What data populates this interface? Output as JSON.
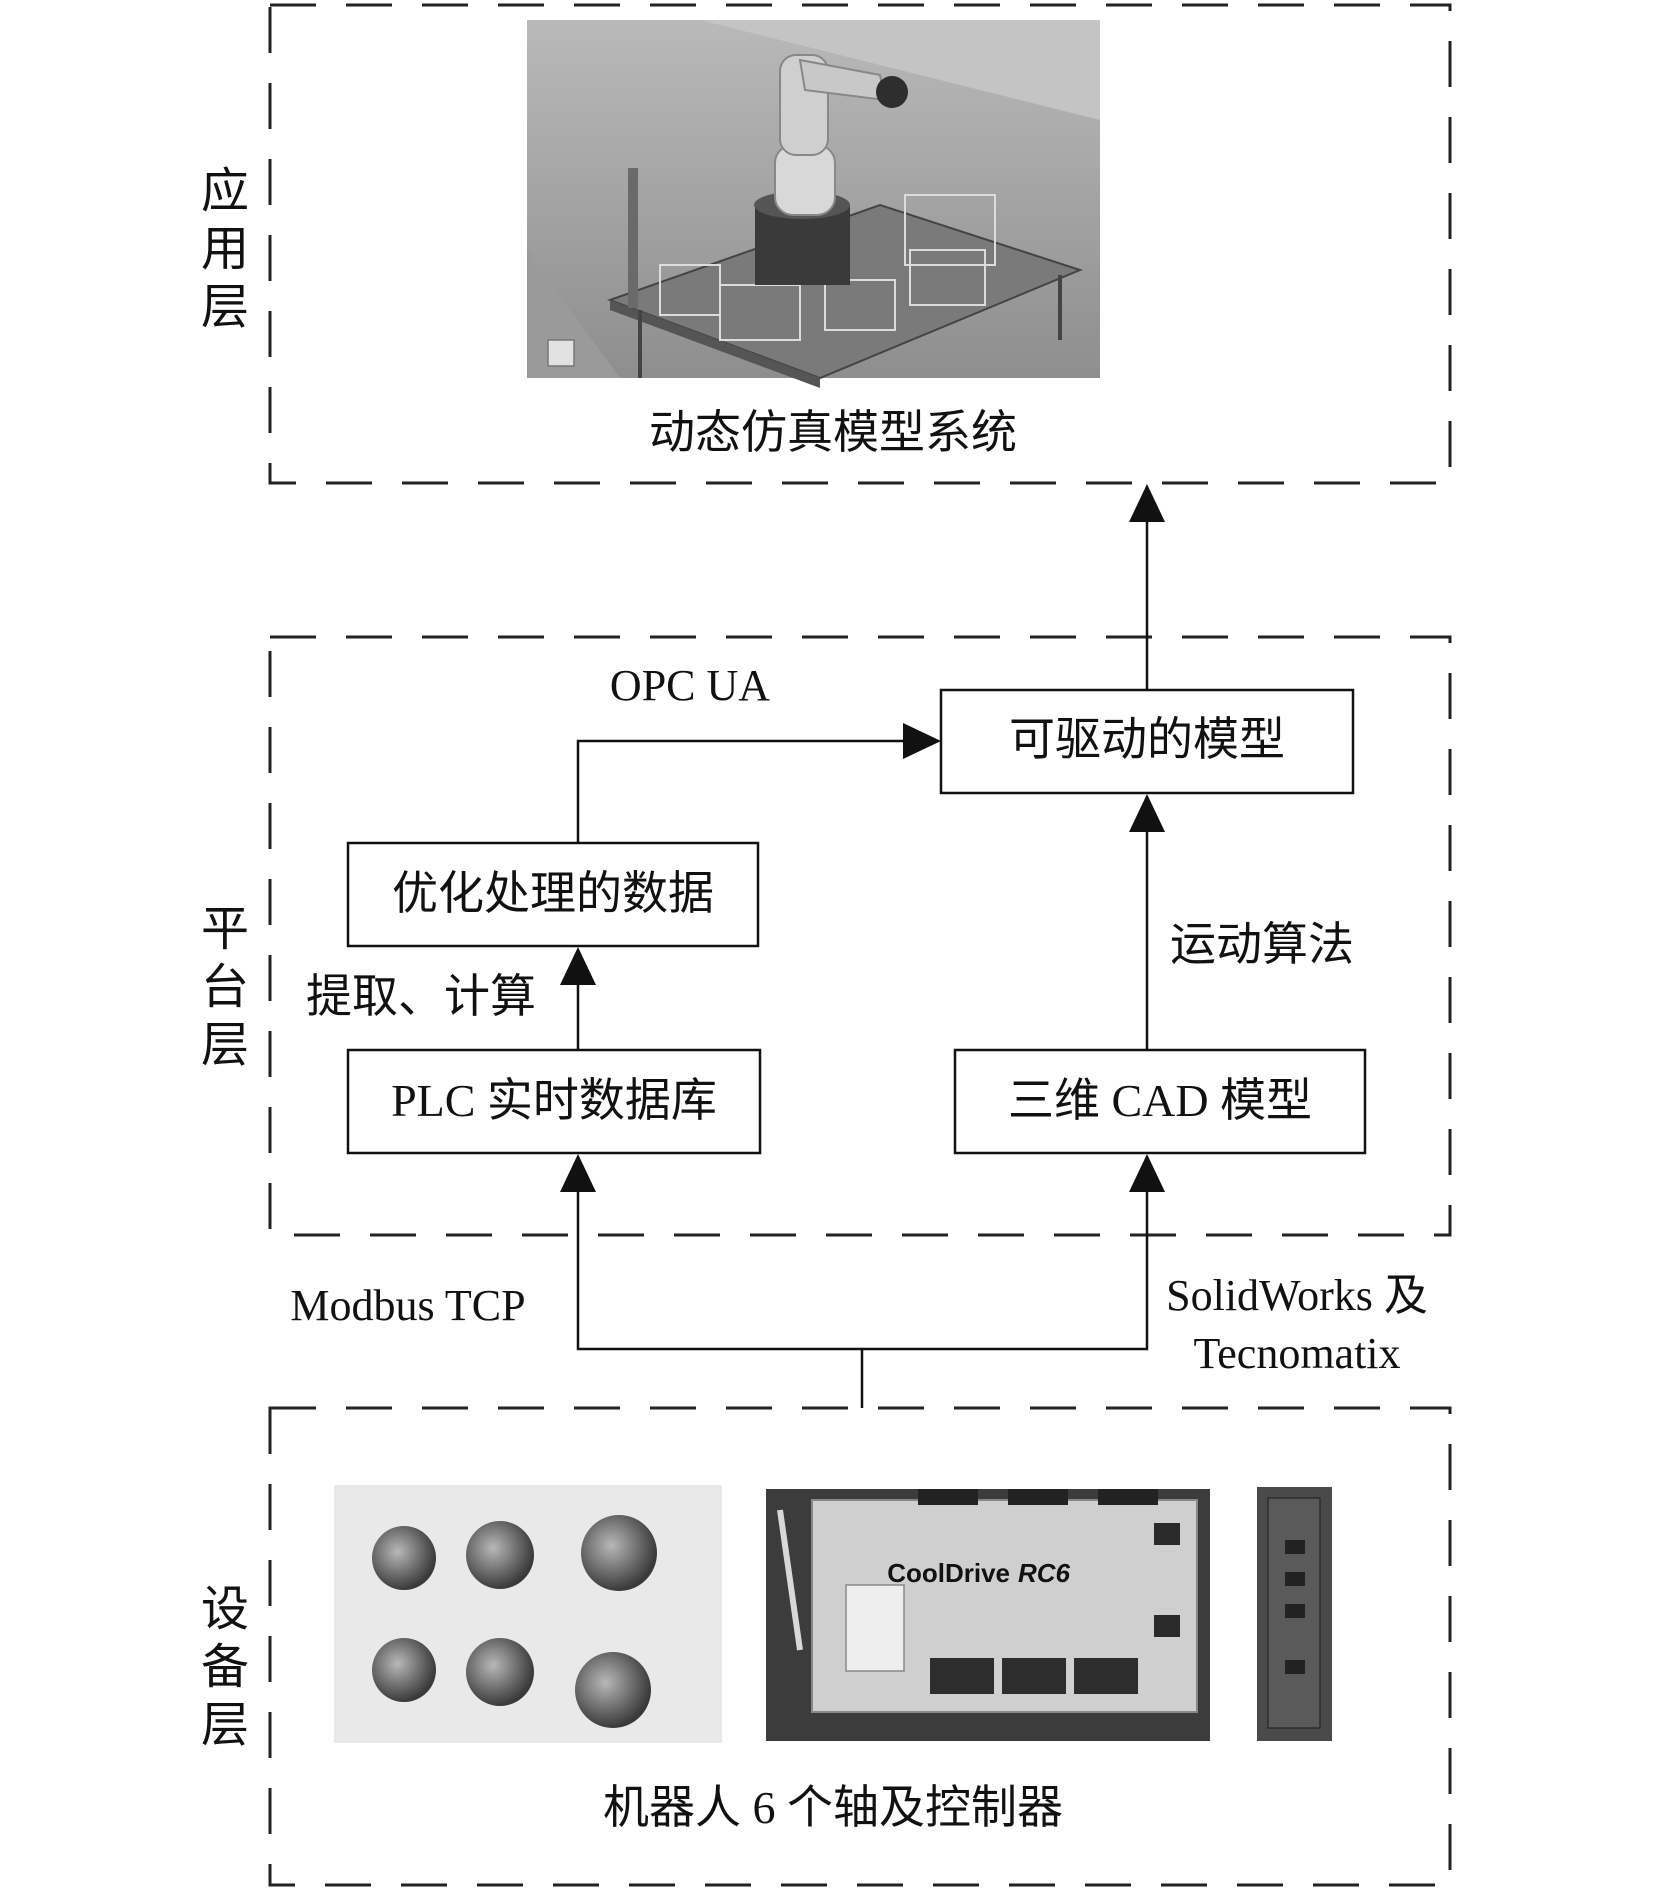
{
  "layers": {
    "application": {
      "label": [
        "应",
        "用",
        "层"
      ],
      "caption": "动态仿真模型系统"
    },
    "platform": {
      "label": [
        "平",
        "台",
        "层"
      ]
    },
    "device": {
      "label": [
        "设",
        "备",
        "层"
      ],
      "caption": "机器人 6 个轴及控制器"
    }
  },
  "boxes": {
    "drivable_model": "可驱动的模型",
    "optimized_data": "优化处理的数据",
    "plc_database": "PLC 实时数据库",
    "cad_model": "三维 CAD 模型"
  },
  "edges": {
    "opc_ua": "OPC UA",
    "extract_compute": "提取、计算",
    "motion_algorithm": "运动算法",
    "modbus_tcp": "Modbus TCP",
    "solidworks": [
      "SolidWorks 及",
      "Tecnomatix"
    ]
  },
  "images": {
    "controller_brand": "CoolDrive",
    "controller_model": "RC6"
  }
}
